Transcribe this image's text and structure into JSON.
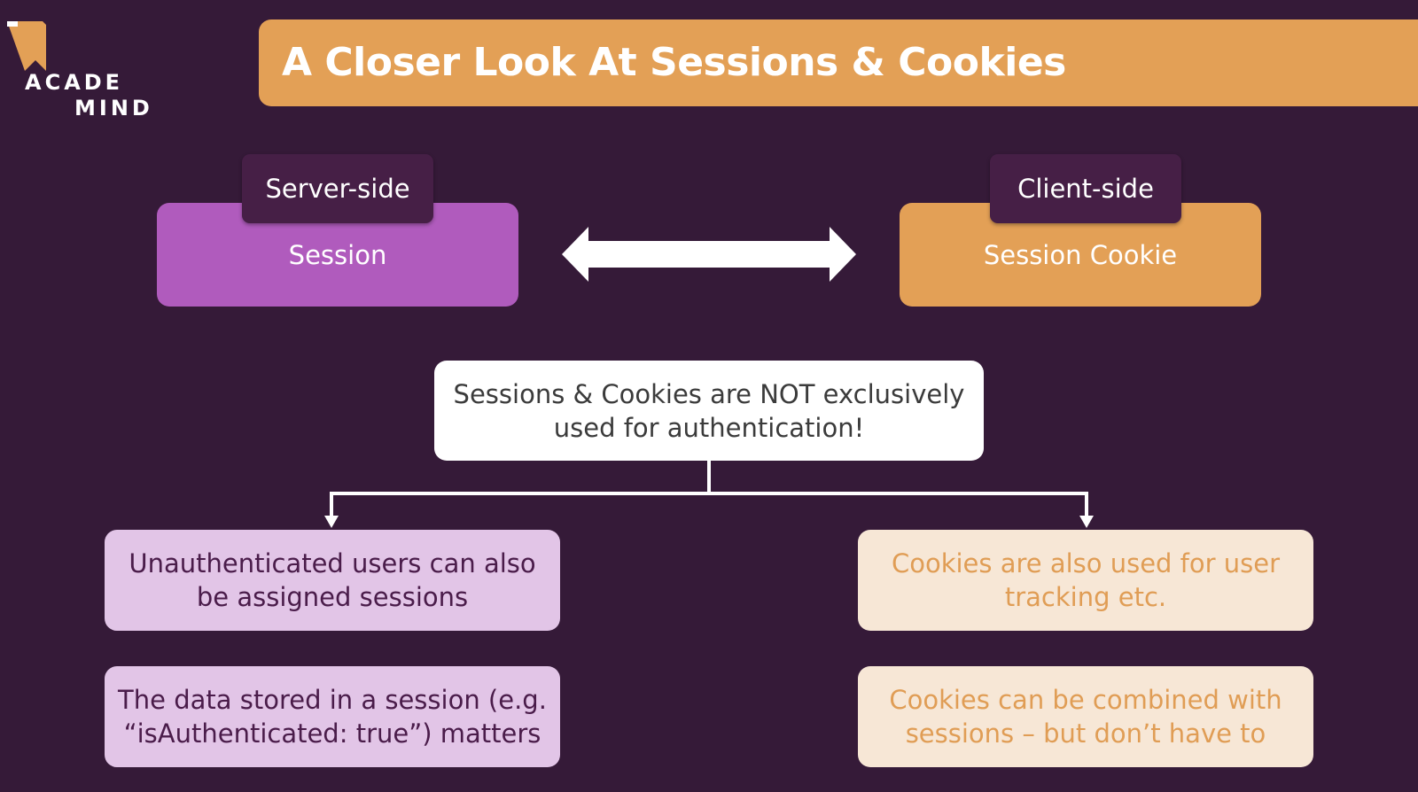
{
  "logo": {
    "line1": "ACADE",
    "line2": "MIND"
  },
  "title": "A Closer Look At Sessions & Cookies",
  "server": {
    "tab": "Server-side",
    "label": "Session"
  },
  "client": {
    "tab": "Client-side",
    "label": "Session Cookie"
  },
  "note": {
    "line1": "Sessions & Cookies are NOT exclusively",
    "line2": "used for authentication!"
  },
  "left_boxes": [
    {
      "line1": "Unauthenticated users can also",
      "line2": "be assigned sessions"
    },
    {
      "line1": "The data stored in a session (e.g.",
      "line2": "“isAuthenticated: true”) matters"
    }
  ],
  "right_boxes": [
    {
      "line1": "Cookies are also used for user",
      "line2": "tracking etc."
    },
    {
      "line1": "Cookies can be combined with",
      "line2": "sessions – but don’t have to"
    }
  ],
  "colors": {
    "background": "#351a38",
    "accent_orange": "#e3a056",
    "accent_purple": "#b05bbd",
    "light_purple": "#e2c5e7",
    "light_orange": "#f7e7d6"
  }
}
